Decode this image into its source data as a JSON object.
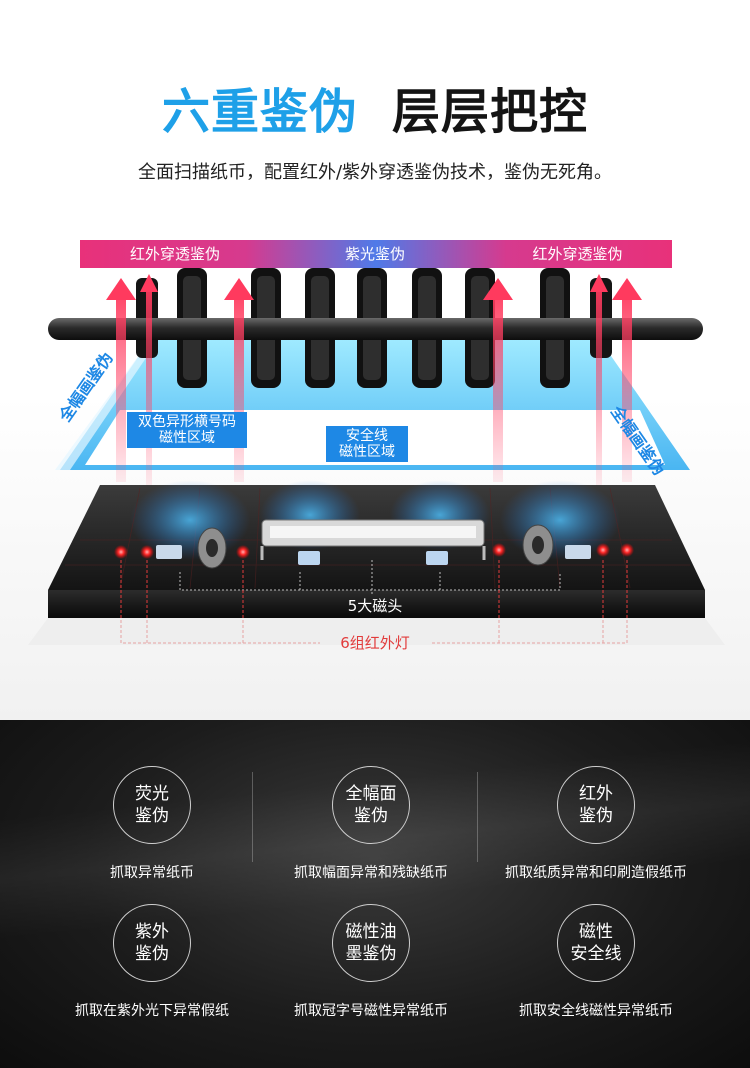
{
  "headline": {
    "blue": "六重鉴伪",
    "dark": "层层把控"
  },
  "subtitle": "全面扫描纸币，配置红外/紫外穿透鉴伪技术，鉴伪无死角。",
  "diagram": {
    "top_bar_labels": [
      "红外穿透鉴伪",
      "紫光鉴伪",
      "红外穿透鉴伪"
    ],
    "tag_left": [
      "双色异形横号码",
      "磁性区域"
    ],
    "tag_center": [
      "安全线",
      "磁性区域"
    ],
    "side_left": "全幅画鉴伪",
    "side_right": "全幅画鉴伪",
    "magnetic_heads": "5大磁头",
    "infrared_lamps": "6组红外灯"
  },
  "features": [
    {
      "circle": [
        "荧光",
        "鉴伪"
      ],
      "desc": "抓取异常纸币"
    },
    {
      "circle": [
        "全幅面",
        "鉴伪"
      ],
      "desc": "抓取幅面异常和残缺纸币"
    },
    {
      "circle": [
        "红外",
        "鉴伪"
      ],
      "desc": "抓取纸质异常和印刷造假纸币"
    },
    {
      "circle": [
        "紫外",
        "鉴伪"
      ],
      "desc": "抓取在紫外光下异常假纸"
    },
    {
      "circle": [
        "磁性油",
        "墨鉴伪"
      ],
      "desc": "抓取冠字号磁性异常纸币"
    },
    {
      "circle": [
        "磁性",
        "安全线"
      ],
      "desc": "抓取安全线磁性异常纸币"
    }
  ],
  "colors": {
    "headline_blue": "#1ea0e8",
    "bar_pink": "#e8317a",
    "bar_blue": "#5a78e8",
    "tag_blue": "#1e88e5",
    "infrared_red": "#e23b3b"
  }
}
